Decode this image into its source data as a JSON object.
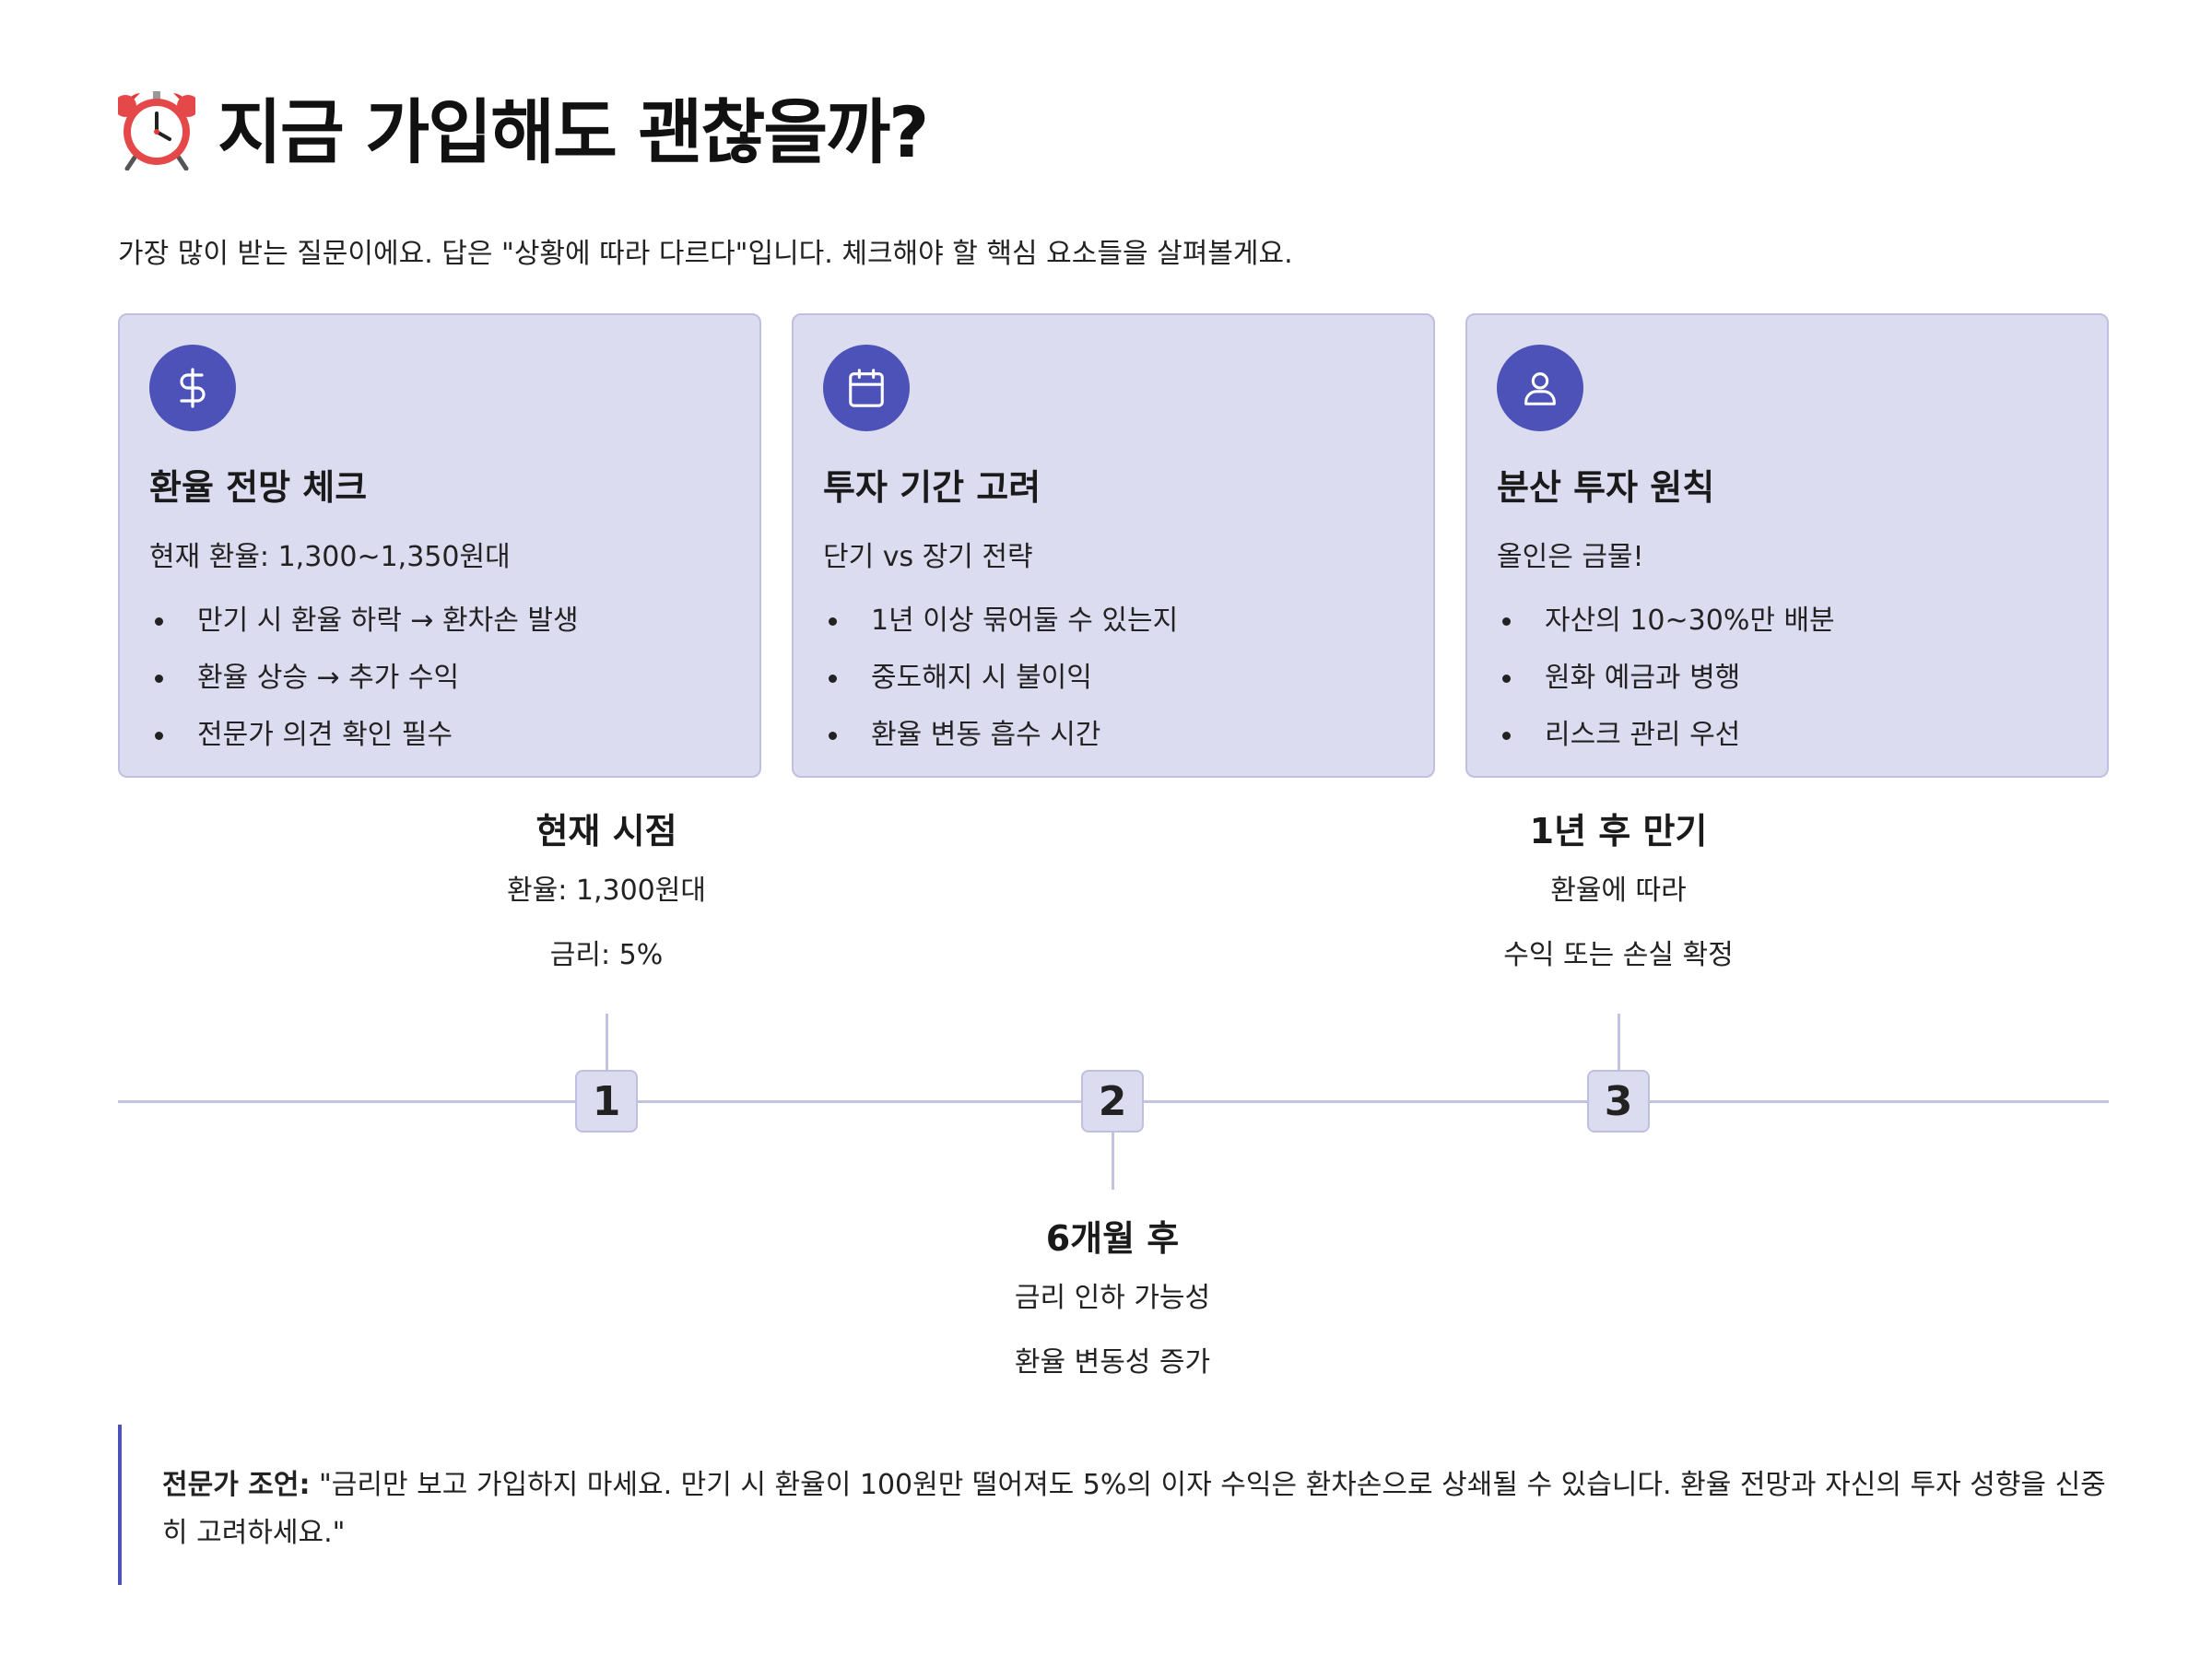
{
  "title": "지금 가입해도 괜찮을까?",
  "title_icon": "alarm-clock-icon",
  "intro": "가장 많이 받는 질문이에요. 답은 \"상황에 따라 다르다\"입니다. 체크해야 할 핵심 요소들을 살펴볼게요.",
  "colors": {
    "accent": "#4d52b8",
    "card_bg": "#dcdcf0",
    "card_border": "#bfbfe0",
    "line": "#c3c3e0"
  },
  "cards": [
    {
      "icon": "dollar-icon",
      "title": "환율 전망 체크",
      "subtitle": "현재 환율: 1,300~1,350원대",
      "items": [
        "만기 시 환율 하락 → 환차손 발생",
        "환율 상승 → 추가 수익",
        "전문가 의견 확인 필수"
      ]
    },
    {
      "icon": "calendar-icon",
      "title": "투자 기간 고려",
      "subtitle": "단기 vs 장기 전략",
      "items": [
        "1년 이상 묶어둘 수 있는지",
        "중도해지 시 불이익",
        "환율 변동 흡수 시간"
      ]
    },
    {
      "icon": "user-icon",
      "title": "분산 투자 원칙",
      "subtitle": "올인은 금물!",
      "items": [
        "자산의 10~30%만 배분",
        "원화 예금과 병행",
        "리스크 관리 우선"
      ]
    }
  ],
  "timeline": [
    {
      "number": "1",
      "title": "현재 시점",
      "lines": [
        "환율: 1,300원대",
        "금리: 5%"
      ]
    },
    {
      "number": "2",
      "title": "6개월 후",
      "lines": [
        "금리 인하 가능성",
        "환율 변동성 증가"
      ]
    },
    {
      "number": "3",
      "title": "1년 후 만기",
      "lines": [
        "환율에 따라",
        "수익 또는 손실 확정"
      ]
    }
  ],
  "advice": {
    "label": "전문가 조언:",
    "text": " \"금리만 보고 가입하지 마세요. 만기 시 환율이 100원만 떨어져도 5%의 이자 수익은 환차손으로 상쇄될 수 있습니다. 환율 전망과 자신의 투자 성향을 신중히 고려하세요.\""
  }
}
